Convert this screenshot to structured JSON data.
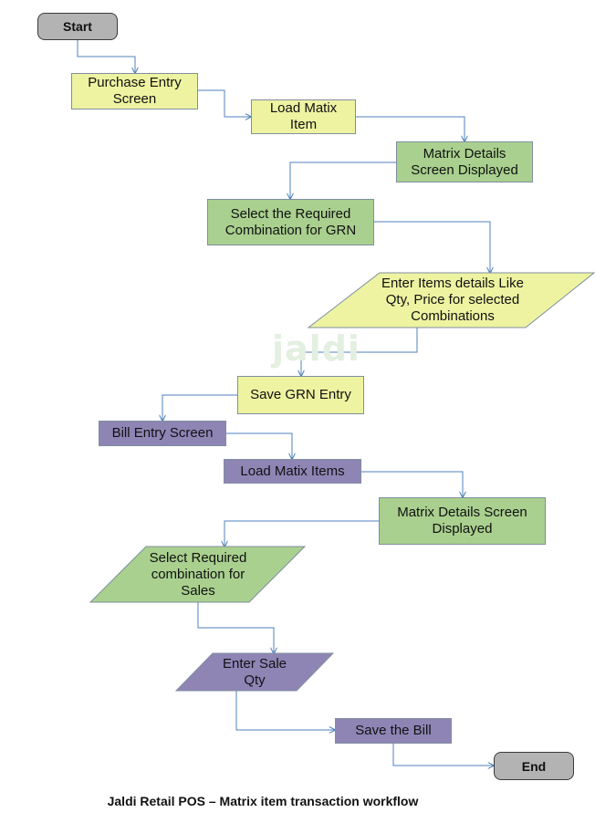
{
  "colors": {
    "yellow": "#edf3a1",
    "green": "#a9d08e",
    "purple": "#8e85b5",
    "terminal": "#b3b3b3",
    "connector": "#4f81bd"
  },
  "watermark": "jaldi",
  "caption": "Jaldi Retail POS – Matrix item transaction workflow",
  "nodes": {
    "start": "Start",
    "purchase_entry": "Purchase Entry\nScreen",
    "load_matix_item": "Load Matix\nItem",
    "matrix_details_1": "Matrix Details\nScreen Displayed",
    "select_combination_grn": "Select the Required\nCombination for GRN",
    "enter_items_details": "Enter Items details Like\nQty, Price for selected\nCombinations",
    "save_grn": "Save GRN Entry",
    "bill_entry": "Bill Entry Screen",
    "load_matix_items": "Load Matix Items",
    "matrix_details_2": "Matrix Details Screen\nDisplayed",
    "select_combination_sales": "Select Required\ncombination for\nSales",
    "enter_sale_qty": "Enter Sale\nQty",
    "save_bill": "Save the Bill",
    "end": "End"
  }
}
